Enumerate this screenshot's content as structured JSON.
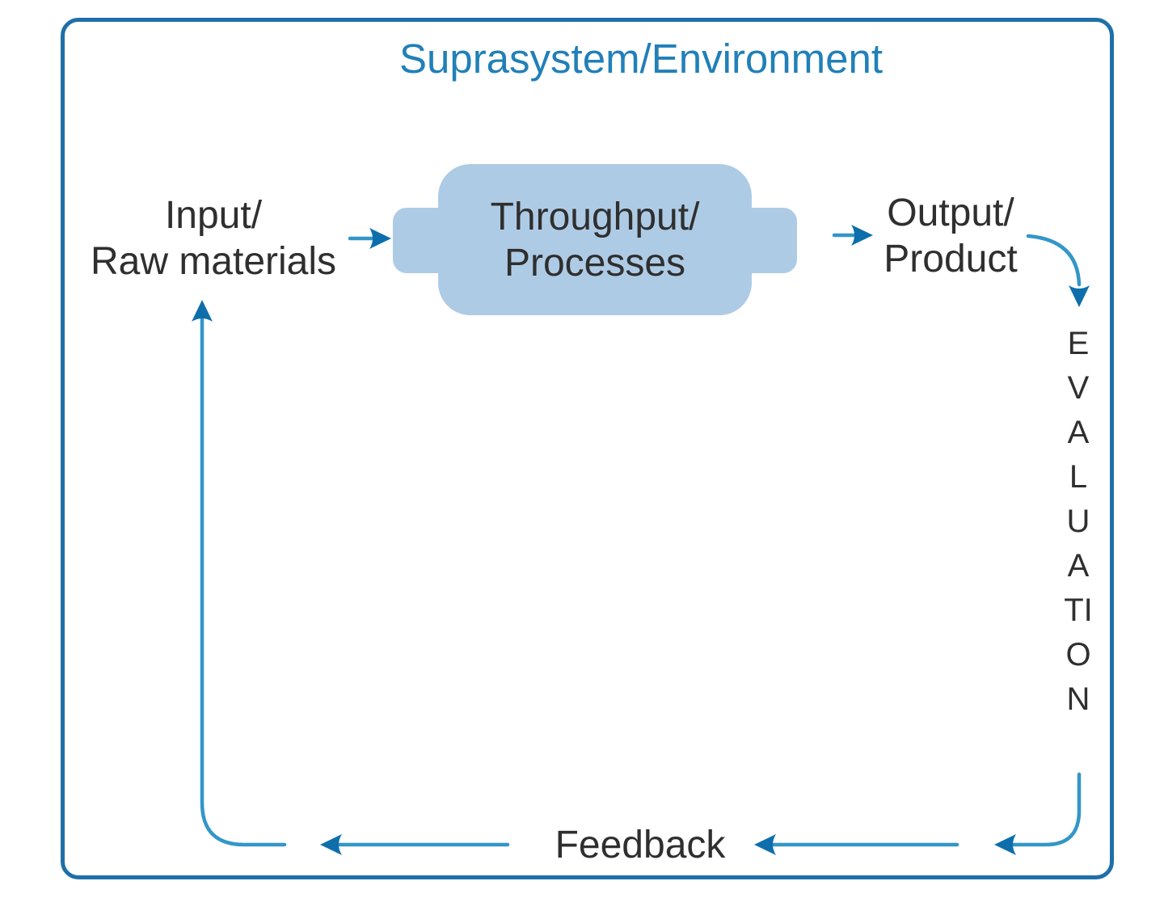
{
  "diagram": {
    "title": "Suprasystem/Environment",
    "nodes": {
      "input": {
        "line1": "Input/",
        "line2": "Raw materials"
      },
      "throughput": {
        "line1": "Throughput/",
        "line2": "Processes"
      },
      "output": {
        "line1": "Output/",
        "line2": "Product"
      },
      "evaluation": {
        "label": "EVALUATION"
      },
      "feedback": {
        "label": "Feedback"
      }
    },
    "connections": [
      {
        "from": "input",
        "to": "throughput",
        "style": "straight-arrow-right"
      },
      {
        "from": "throughput",
        "to": "output",
        "style": "straight-arrow-right"
      },
      {
        "from": "output",
        "to": "evaluation",
        "style": "curved-arrow-down"
      },
      {
        "from": "evaluation",
        "to": "feedback",
        "style": "curved-arrow-left"
      },
      {
        "from": "feedback-right-segment",
        "to": "feedback",
        "style": "straight-arrow-left"
      },
      {
        "from": "feedback",
        "to": "return-line",
        "style": "straight-arrow-left"
      },
      {
        "from": "return-line",
        "to": "input",
        "style": "elbow-arrow-up"
      }
    ],
    "colors": {
      "frame_border": "#1f6fa8",
      "title_text": "#2180b8",
      "arrow_line": "#3396c8",
      "arrow_head": "#0e6eac",
      "node_fill": "#aecbe5",
      "label_text": "#2f2f2f",
      "background": "#ffffff"
    }
  }
}
